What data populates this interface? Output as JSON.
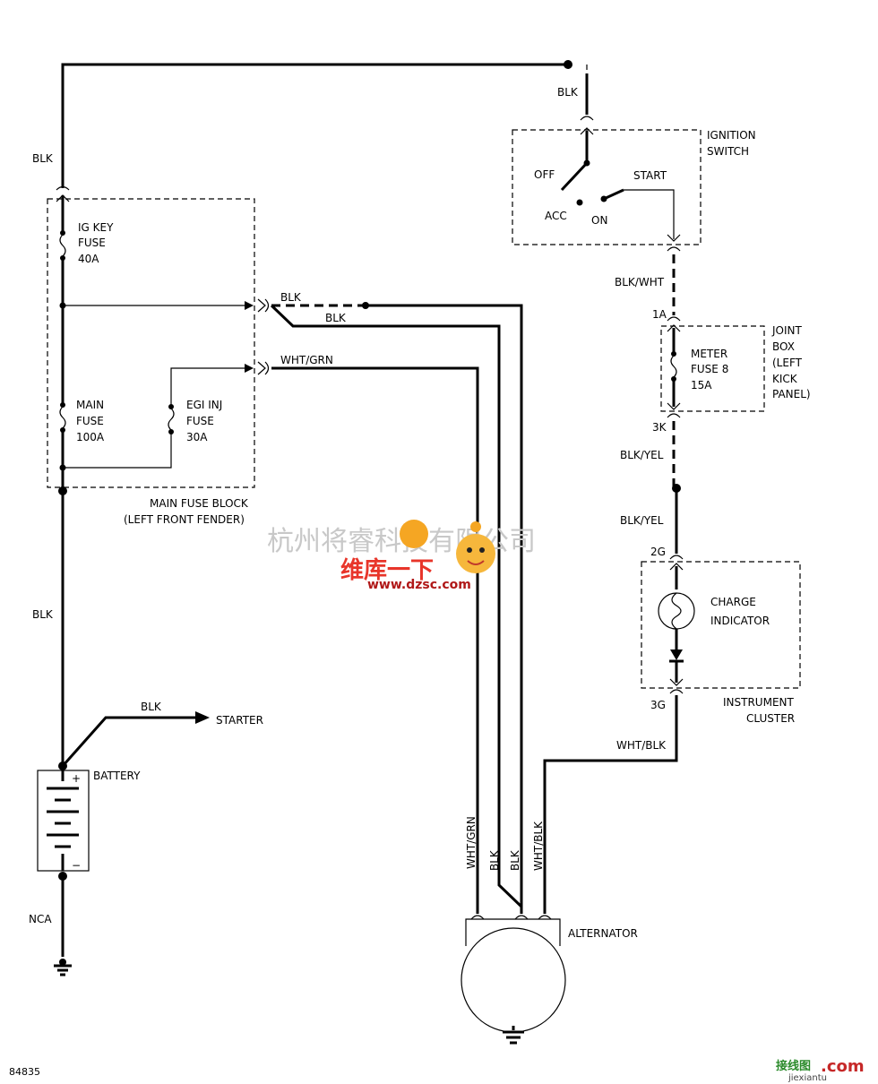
{
  "labels": {
    "blk_top": "BLK",
    "blk_left_top": "BLK",
    "blk_left_bottom": "BLK",
    "blk_starter": "BLK",
    "starter": "STARTER",
    "battery": "BATTERY",
    "nca": "NCA",
    "ig_key_fuse": [
      "IG KEY",
      "FUSE",
      "40A"
    ],
    "main_fuse": [
      "MAIN",
      "FUSE",
      "100A"
    ],
    "egi_fuse": [
      "EGI INJ",
      "FUSE",
      "30A"
    ],
    "main_fuse_block": [
      "MAIN FUSE BLOCK",
      "(LEFT FRONT FENDER)"
    ],
    "blk_a": "BLK",
    "blk_b": "BLK",
    "wht_grn": "WHT/GRN",
    "ignition_switch": [
      "IGNITION",
      "SWITCH"
    ],
    "off": "OFF",
    "acc": "ACC",
    "on": "ON",
    "start": "START",
    "blk_wht": "BLK/WHT",
    "pin_1a": "1A",
    "meter_fuse": [
      "METER",
      "FUSE 8",
      "15A"
    ],
    "joint_box": [
      "JOINT",
      "BOX",
      "(LEFT",
      "KICK",
      "PANEL)"
    ],
    "pin_3k": "3K",
    "blk_yel_1": "BLK/YEL",
    "blk_yel_2": "BLK/YEL",
    "pin_2g": "2G",
    "charge_indicator": [
      "CHARGE",
      "INDICATOR"
    ],
    "pin_3g": "3G",
    "instrument_cluster": [
      "INSTRUMENT",
      "CLUSTER"
    ],
    "wht_blk": "WHT/BLK",
    "alt_wht_grn": "WHT/GRN",
    "alt_blk_1": "BLK",
    "alt_blk_2": "BLK",
    "alt_wht_blk": "WHT/BLK",
    "alternator": "ALTERNATOR",
    "fig_number": "84835",
    "plus": "+",
    "minus": "−"
  },
  "watermark": {
    "company": "杭州将睿科技有限公司",
    "brand": "维库一下",
    "url": "www.dzsc.com"
  },
  "corner_mark": {
    "cn": "接线图",
    "dotcom": ".com",
    "site": "jiexiantu"
  }
}
